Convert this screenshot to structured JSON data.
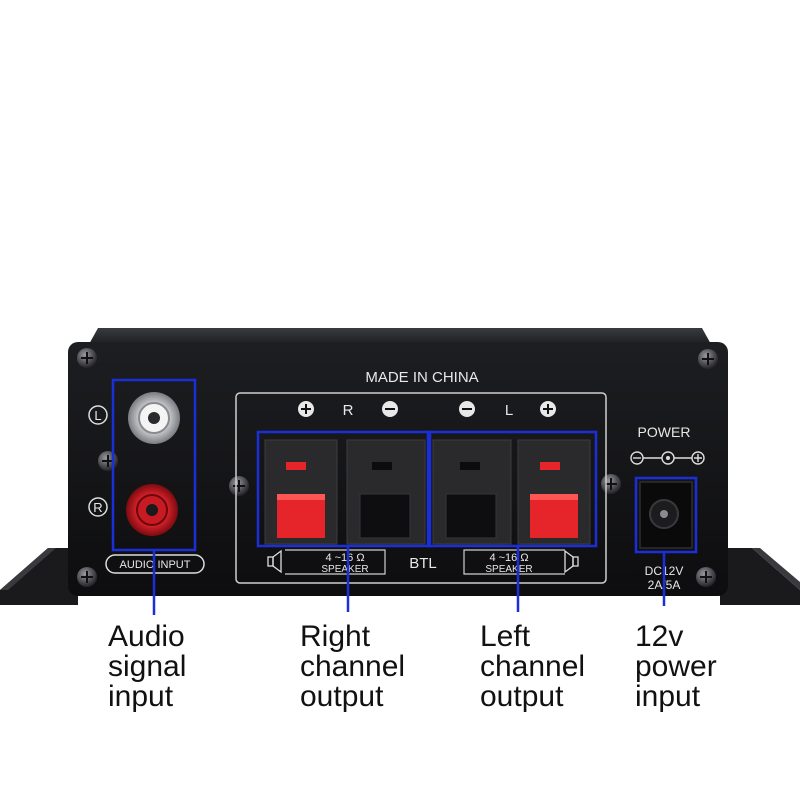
{
  "panel": {
    "made_in": "MADE IN CHINA",
    "audio_input_label": "AUDIO INPUT",
    "left_jack_letter": "L",
    "right_jack_letter": "R",
    "right_channel_letter": "R",
    "left_channel_letter": "L",
    "btl": "BTL",
    "right_impedance": "4 ~16 Ω",
    "left_impedance": "4 ~16 Ω",
    "right_speaker": "SPEAKER",
    "left_speaker": "SPEAKER",
    "power_label": "POWER",
    "dc_line1": "DC12V",
    "dc_line2": "2A/5A"
  },
  "callouts": {
    "audio": [
      "Audio",
      "signal",
      "input"
    ],
    "right": [
      "Right",
      "channel",
      "output"
    ],
    "left": [
      "Left",
      "channel",
      "output"
    ],
    "power": [
      "12v",
      "power",
      "input"
    ]
  },
  "colors": {
    "highlight": "#1a2fd8",
    "terminal_red": "#e5252a",
    "rca_red": "#d8202a",
    "chassis": "#141416"
  }
}
